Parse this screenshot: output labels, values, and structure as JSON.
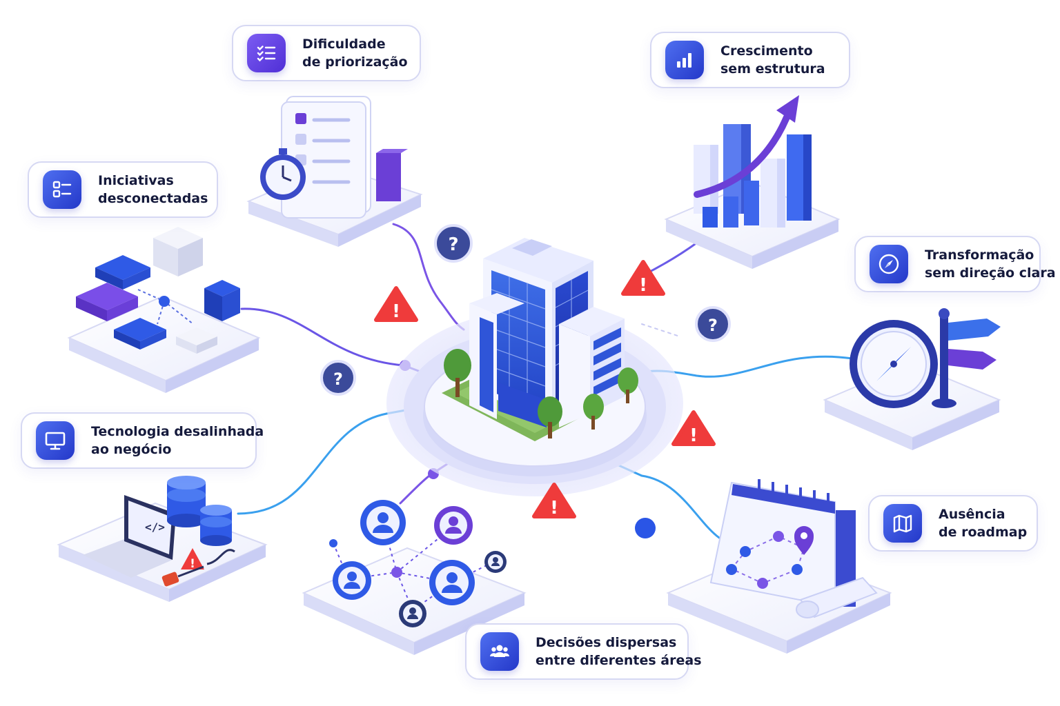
{
  "cards": [
    {
      "id": "prioritization",
      "line1": "Dificuldade",
      "line2": "de priorização",
      "icon": "checklist-icon",
      "color": "#5b3de0"
    },
    {
      "id": "growth",
      "line1": "Crescimento",
      "line2": "sem estrutura",
      "icon": "bar-chart-icon",
      "color": "#2f48d8"
    },
    {
      "id": "initiatives",
      "line1": "Iniciativas",
      "line2": "desconectadas",
      "icon": "checklist-icon",
      "color": "#3445d8"
    },
    {
      "id": "transformation",
      "line1": "Transformação",
      "line2": "sem direção clara",
      "icon": "compass-icon",
      "color": "#2f48d8"
    },
    {
      "id": "technology",
      "line1": "Tecnologia desalinhada",
      "line2": "ao negócio",
      "icon": "monitor-icon",
      "color": "#2f48d8"
    },
    {
      "id": "roadmap",
      "line1": "Ausência",
      "line2": "de roadmap",
      "icon": "map-icon",
      "color": "#2f48d8"
    },
    {
      "id": "decisions",
      "line1": "Decisões dispersas",
      "line2": "entre diferentes áreas",
      "icon": "group-icon",
      "color": "#3445d8"
    }
  ],
  "icons": {
    "laptop_code": "</>"
  },
  "colors": {
    "accent_violet": "#5b3de0",
    "accent_blue": "#2f48d8",
    "warning_red": "#ef3b3b",
    "question_navy": "#3b4a9a",
    "line_blue": "#3aa0ee",
    "line_violet": "#7a55e6"
  }
}
